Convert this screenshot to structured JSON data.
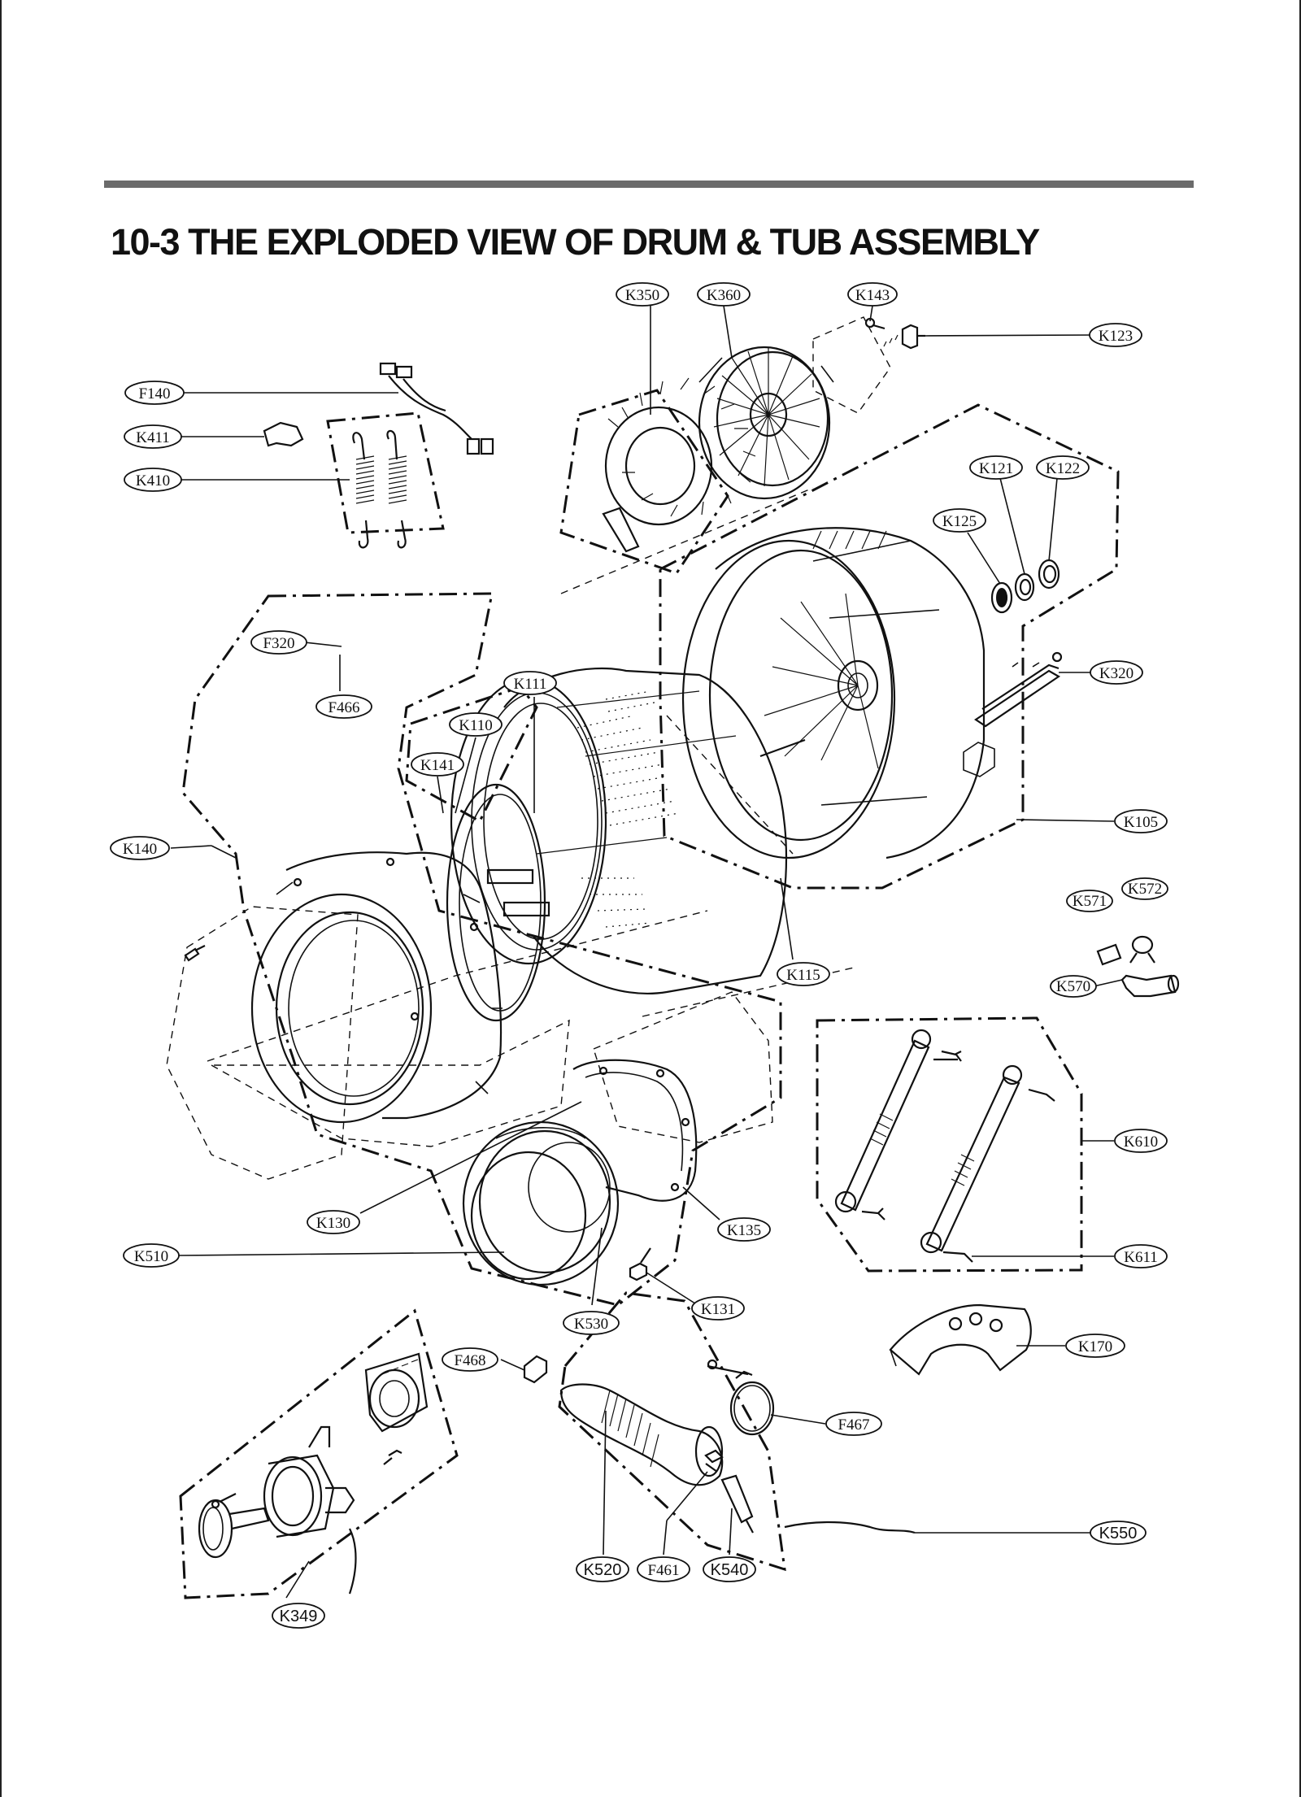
{
  "title": "10-3 THE EXPLODED VIEW OF DRUM & TUB ASSEMBLY",
  "labels": {
    "k350": "K350",
    "k360": "K360",
    "k143": "K143",
    "k123": "K123",
    "f140": "F140",
    "k411": "K411",
    "k410": "K410",
    "k121": "K121",
    "k122": "K122",
    "k125": "K125",
    "f320": "F320",
    "f466": "F466",
    "k111": "K111",
    "k110": "K110",
    "k320": "K320",
    "k141": "K141",
    "k105": "K105",
    "k140": "K140",
    "k571": "K571",
    "k572": "K572",
    "k115": "K115",
    "k570": "K570",
    "k610": "K610",
    "k130": "K130",
    "k135": "K135",
    "k510": "K510",
    "k611": "K611",
    "k131": "K131",
    "k530": "K530",
    "k170": "K170",
    "f468": "F468",
    "f467": "F467",
    "k550": "K550",
    "k520": "K520",
    "f461": "F461",
    "k540": "K540",
    "k349": "K349"
  }
}
